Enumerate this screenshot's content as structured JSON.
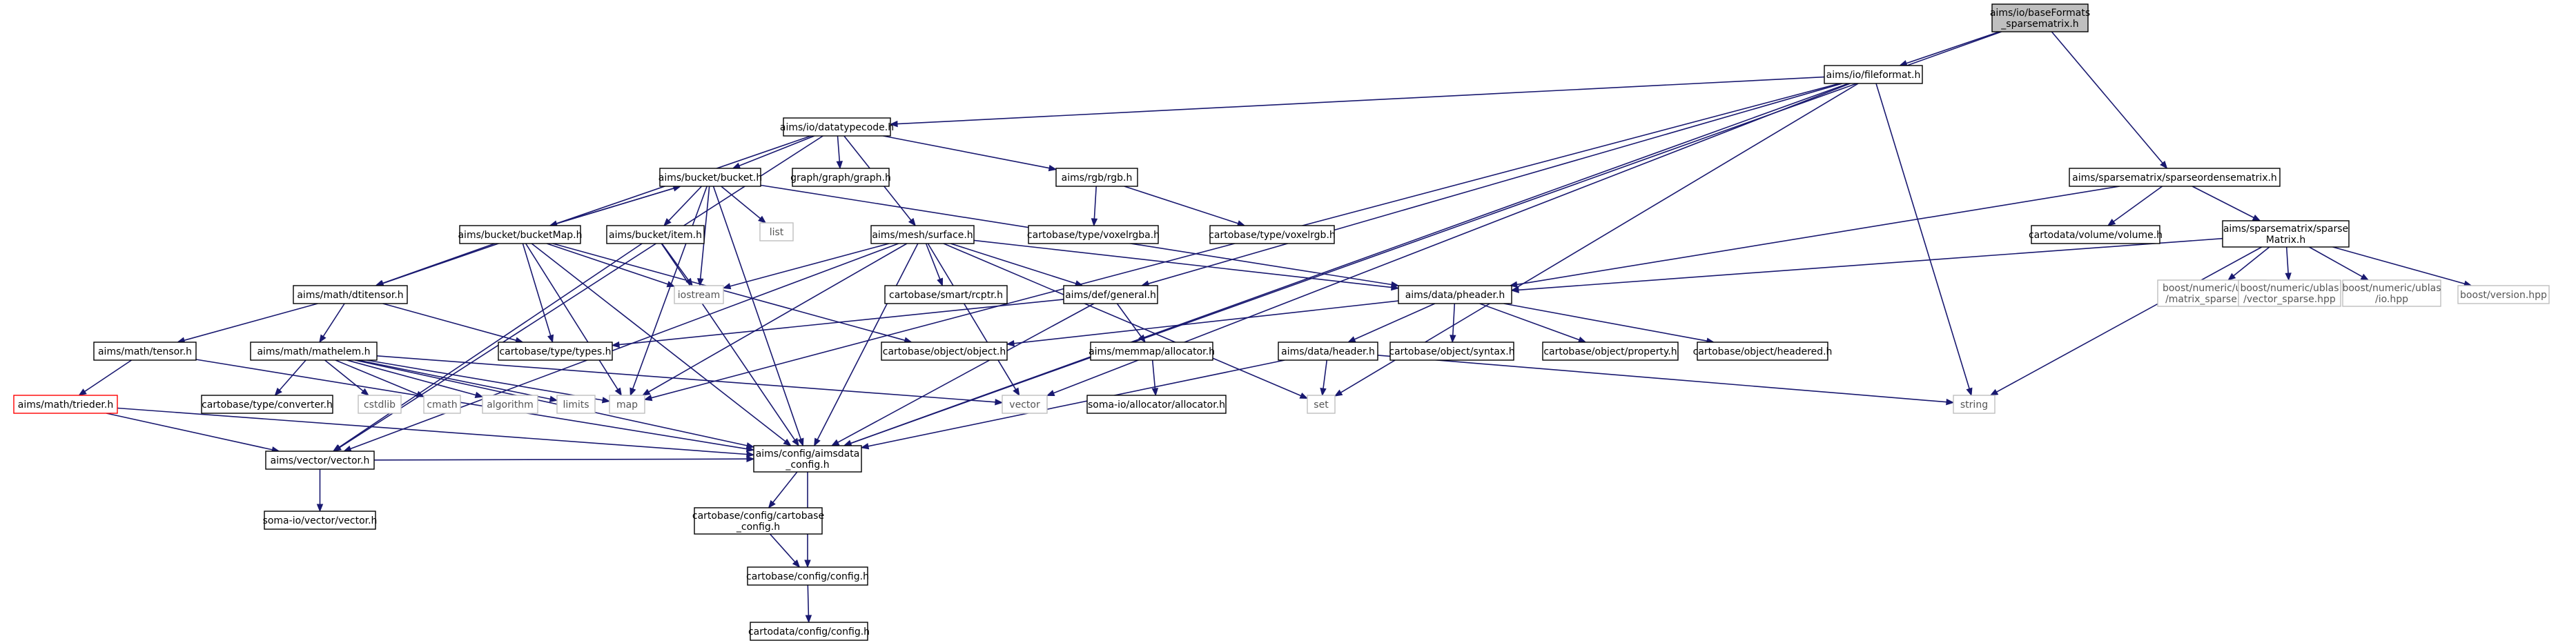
{
  "nodes": [
    {
      "id": "root",
      "label": "aims/io/baseFormats\n_sparsematrix.h",
      "style": "root"
    },
    {
      "id": "ff",
      "label": "aims/io/fileformat.h"
    },
    {
      "id": "dtc",
      "label": "aims/io/datatypecode.h"
    },
    {
      "id": "sdm",
      "label": "aims/sparsematrix/sparseordensematrix.h"
    },
    {
      "id": "bucket",
      "label": "aims/bucket/bucket.h"
    },
    {
      "id": "graph",
      "label": "graph/graph/graph.h"
    },
    {
      "id": "rgb",
      "label": "aims/rgb/rgb.h"
    },
    {
      "id": "list",
      "label": "list",
      "style": "missing"
    },
    {
      "id": "bmap",
      "label": "aims/bucket/bucketMap.h"
    },
    {
      "id": "item",
      "label": "aims/bucket/item.h"
    },
    {
      "id": "surface",
      "label": "aims/mesh/surface.h"
    },
    {
      "id": "voxrgba",
      "label": "cartobase/type/voxelrgba.h"
    },
    {
      "id": "voxrgb",
      "label": "cartobase/type/voxelrgb.h"
    },
    {
      "id": "volume",
      "label": "cartodata/volume/volume.h"
    },
    {
      "id": "sparse",
      "label": "aims/sparsematrix/sparse\nMatrix.h"
    },
    {
      "id": "iostream",
      "label": "iostream",
      "style": "missing"
    },
    {
      "id": "rcptr",
      "label": "cartobase/smart/rcptr.h"
    },
    {
      "id": "dti",
      "label": "aims/math/dtitensor.h"
    },
    {
      "id": "general",
      "label": "aims/def/general.h"
    },
    {
      "id": "pheader",
      "label": "aims/data/pheader.h"
    },
    {
      "id": "ublas1",
      "label": "boost/numeric/ublas\n/matrix_sparse.hpp",
      "style": "missing"
    },
    {
      "id": "ublas2",
      "label": "boost/numeric/ublas\n/vector_sparse.hpp",
      "style": "missing"
    },
    {
      "id": "ublas3",
      "label": "boost/numeric/ublas\n/io.hpp",
      "style": "missing"
    },
    {
      "id": "bver",
      "label": "boost/version.hpp",
      "style": "missing"
    },
    {
      "id": "tensor",
      "label": "aims/math/tensor.h"
    },
    {
      "id": "mathelem",
      "label": "aims/math/mathelem.h"
    },
    {
      "id": "types",
      "label": "cartobase/type/types.h"
    },
    {
      "id": "object",
      "label": "cartobase/object/object.h"
    },
    {
      "id": "memmap",
      "label": "aims/memmap/allocator.h"
    },
    {
      "id": "header",
      "label": "aims/data/header.h"
    },
    {
      "id": "syntax",
      "label": "cartobase/object/syntax.h"
    },
    {
      "id": "property",
      "label": "cartobase/object/property.h"
    },
    {
      "id": "headered",
      "label": "cartobase/object/headered.h"
    },
    {
      "id": "trieder",
      "label": "aims/math/trieder.h",
      "style": "red"
    },
    {
      "id": "converter",
      "label": "cartobase/type/converter.h"
    },
    {
      "id": "cstdlib",
      "label": "cstdlib",
      "style": "missing"
    },
    {
      "id": "cmath",
      "label": "cmath",
      "style": "missing"
    },
    {
      "id": "algorithm",
      "label": "algorithm",
      "style": "missing"
    },
    {
      "id": "limits",
      "label": "limits",
      "style": "missing"
    },
    {
      "id": "map",
      "label": "map",
      "style": "missing"
    },
    {
      "id": "vector",
      "label": "vector",
      "style": "missing"
    },
    {
      "id": "somaalloc",
      "label": "soma-io/allocator/allocator.h"
    },
    {
      "id": "set",
      "label": "set",
      "style": "missing"
    },
    {
      "id": "string",
      "label": "string",
      "style": "missing"
    },
    {
      "id": "vecvec",
      "label": "aims/vector/vector.h"
    },
    {
      "id": "aimsdata",
      "label": "aims/config/aimsdata\n_config.h"
    },
    {
      "id": "somavec",
      "label": "soma-io/vector/vector.h"
    },
    {
      "id": "cbconfig",
      "label": "cartobase/config/cartobase\n_config.h"
    },
    {
      "id": "config",
      "label": "cartobase/config/config.h"
    },
    {
      "id": "cdconfig",
      "label": "cartodata/config/config.h"
    }
  ],
  "edges": [
    [
      "root",
      "ff"
    ],
    [
      "root",
      "sdm"
    ],
    [
      "root",
      "aimsdata"
    ],
    [
      "ff",
      "dtc"
    ],
    [
      "ff",
      "general"
    ],
    [
      "ff",
      "aimsdata"
    ],
    [
      "ff",
      "map"
    ],
    [
      "ff",
      "set"
    ],
    [
      "ff",
      "string"
    ],
    [
      "ff",
      "vector"
    ],
    [
      "dtc",
      "bucket"
    ],
    [
      "dtc",
      "graph"
    ],
    [
      "dtc",
      "rgb"
    ],
    [
      "dtc",
      "surface"
    ],
    [
      "dtc",
      "dti"
    ],
    [
      "dtc",
      "vecvec"
    ],
    [
      "bucket",
      "list"
    ],
    [
      "bucket",
      "bmap"
    ],
    [
      "bucket",
      "item"
    ],
    [
      "bucket",
      "iostream"
    ],
    [
      "bucket",
      "pheader"
    ],
    [
      "bucket",
      "aimsdata"
    ],
    [
      "bucket",
      "map"
    ],
    [
      "bmap",
      "bucket"
    ],
    [
      "bmap",
      "dti"
    ],
    [
      "bmap",
      "types"
    ],
    [
      "bmap",
      "iostream"
    ],
    [
      "bmap",
      "object"
    ],
    [
      "bmap",
      "map"
    ],
    [
      "bmap",
      "aimsdata"
    ],
    [
      "item",
      "iostream"
    ],
    [
      "item",
      "vecvec"
    ],
    [
      "item",
      "aimsdata"
    ],
    [
      "rgb",
      "voxrgba"
    ],
    [
      "rgb",
      "voxrgb"
    ],
    [
      "surface",
      "pheader"
    ],
    [
      "surface",
      "rcptr"
    ],
    [
      "surface",
      "general"
    ],
    [
      "surface",
      "iostream"
    ],
    [
      "surface",
      "vector"
    ],
    [
      "surface",
      "map"
    ],
    [
      "surface",
      "set"
    ],
    [
      "surface",
      "aimsdata"
    ],
    [
      "surface",
      "vecvec"
    ],
    [
      "sdm",
      "volume"
    ],
    [
      "sdm",
      "sparse"
    ],
    [
      "sdm",
      "pheader"
    ],
    [
      "sparse",
      "ublas1"
    ],
    [
      "sparse",
      "ublas2"
    ],
    [
      "sparse",
      "ublas3"
    ],
    [
      "sparse",
      "bver"
    ],
    [
      "sparse",
      "pheader"
    ],
    [
      "sparse",
      "string"
    ],
    [
      "dti",
      "tensor"
    ],
    [
      "dti",
      "mathelem"
    ],
    [
      "dti",
      "types"
    ],
    [
      "general",
      "types"
    ],
    [
      "general",
      "memmap"
    ],
    [
      "general",
      "aimsdata"
    ],
    [
      "memmap",
      "somaalloc"
    ],
    [
      "pheader",
      "header"
    ],
    [
      "pheader",
      "syntax"
    ],
    [
      "pheader",
      "property"
    ],
    [
      "pheader",
      "headered"
    ],
    [
      "pheader",
      "object"
    ],
    [
      "header",
      "set"
    ],
    [
      "header",
      "string"
    ],
    [
      "header",
      "aimsdata"
    ],
    [
      "tensor",
      "trieder"
    ],
    [
      "tensor",
      "aimsdata"
    ],
    [
      "trieder",
      "vecvec"
    ],
    [
      "trieder",
      "aimsdata"
    ],
    [
      "mathelem",
      "converter"
    ],
    [
      "mathelem",
      "cstdlib"
    ],
    [
      "mathelem",
      "cmath"
    ],
    [
      "mathelem",
      "algorithm"
    ],
    [
      "mathelem",
      "limits"
    ],
    [
      "mathelem",
      "map"
    ],
    [
      "mathelem",
      "vector"
    ],
    [
      "mathelem",
      "aimsdata"
    ],
    [
      "vecvec",
      "somavec"
    ],
    [
      "vecvec",
      "aimsdata"
    ],
    [
      "aimsdata",
      "cbconfig"
    ],
    [
      "aimsdata",
      "config"
    ],
    [
      "cbconfig",
      "config"
    ],
    [
      "config",
      "cdconfig"
    ]
  ]
}
